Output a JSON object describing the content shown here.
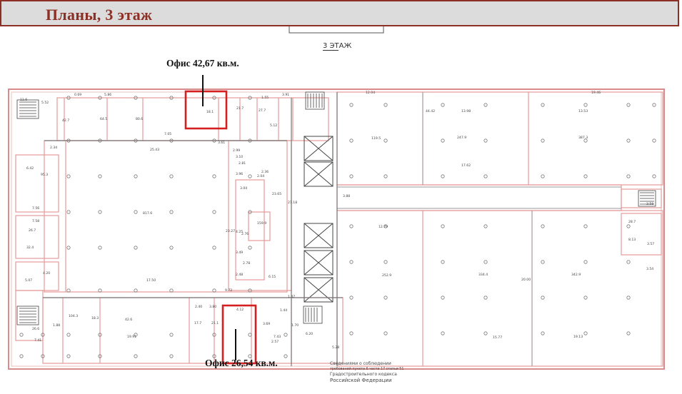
{
  "header": {
    "title": "Планы, 3 этаж",
    "accent_color": "#8c2f25"
  },
  "plan": {
    "floor_label": "3 ЭТАЖ",
    "callouts": [
      {
        "label": "Офис 42,67 кв.м.",
        "highlight_color": "#d42020"
      },
      {
        "label": "Офис 26,54 кв.м.",
        "highlight_color": "#d42020"
      }
    ],
    "note_lines": [
      "Сведениями о соблюдении",
      "требований пункта 6 части 17 статьи 51",
      "Градостроительного кодекса",
      "Российской Федерации"
    ],
    "dims": {
      "top": [
        "11.6",
        "5.52",
        "0.69",
        "5.86",
        "1.55",
        "3.91",
        "12.04",
        "19.46",
        "7.05",
        "25.43",
        "3.61",
        "5.12",
        "17.62",
        "44.42",
        "13.98",
        "13.53"
      ],
      "mid": [
        "6.42",
        "7.56",
        "7.58",
        "2.34",
        "2.99",
        "3.10",
        "2.81",
        "3.96",
        "2.04",
        "3.04",
        "2.36",
        "23.65",
        "27.18",
        "23.27",
        "4.25",
        "2.76",
        "3.49",
        "2.78",
        "2.48",
        "6.15",
        "3.88",
        "12.79",
        "8.13",
        "3.57",
        "3.54",
        "3.58",
        "1.88",
        "20.00"
      ],
      "bottom": [
        "5.07",
        "4.20",
        "17.50",
        "9.72",
        "4.12",
        "2.40",
        "3.80",
        "1.44",
        "1.47",
        "3.69",
        "2.57",
        "7.41",
        "19.91",
        "7.43",
        "1.70",
        "6.20",
        "19.13",
        "15.77",
        "5.28"
      ],
      "rooms": [
        "21.7",
        "18.1",
        "27.7",
        "64.5",
        "80.6",
        "42.7",
        "95.3",
        "817.6",
        "26.7",
        "32.4",
        "159.9",
        "119.5",
        "247.9",
        "387.3",
        "252.9",
        "334.4",
        "342.9",
        "28.7",
        "26.6",
        "42.6",
        "104.3",
        "18.3",
        "17.7",
        "21.1"
      ]
    }
  }
}
